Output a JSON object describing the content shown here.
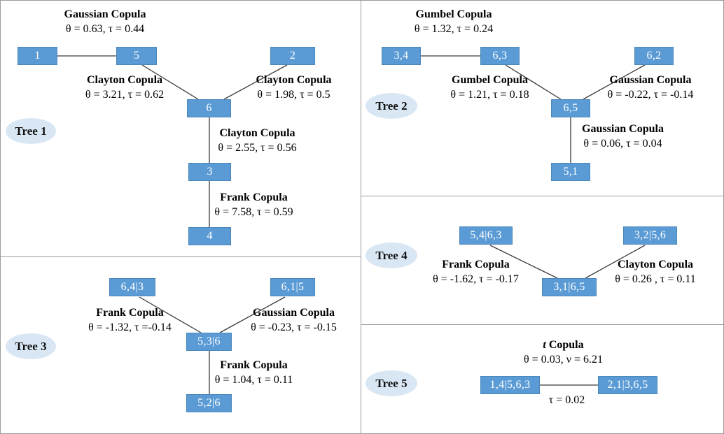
{
  "colors": {
    "node_fill": "#5b9bd5",
    "node_text": "#ffffff",
    "node_border": "#4a86ba",
    "badge_fill": "#d9e7f5",
    "line_color": "#3a3a3a",
    "panel_border": "#9a9a9a"
  },
  "panels": {
    "tree1": {
      "label": "Tree 1",
      "nodes": {
        "n1": "1",
        "n5": "5",
        "n2": "2",
        "n6": "6",
        "n3": "3",
        "n4": "4"
      },
      "edges": {
        "e_1_5": {
          "copula": "Gaussian Copula",
          "params": "θ = 0.63, τ = 0.44"
        },
        "e_5_6": {
          "copula": "Clayton Copula",
          "params": "θ = 3.21, τ = 0.62"
        },
        "e_2_6": {
          "copula": "Clayton Copula",
          "params": "θ = 1.98, τ = 0.5"
        },
        "e_6_3": {
          "copula": "Clayton Copula",
          "params": "θ = 2.55, τ = 0.56"
        },
        "e_3_4": {
          "copula": "Frank Copula",
          "params": "θ = 7.58, τ = 0.59"
        }
      }
    },
    "tree2": {
      "label": "Tree 2",
      "nodes": {
        "a": "3,4",
        "b": "6,3",
        "c": "6,2",
        "d": "6,5",
        "e": "5,1"
      },
      "edges": {
        "e_a_b": {
          "copula": "Gumbel Copula",
          "params": "θ = 1.32, τ = 0.24"
        },
        "e_b_d": {
          "copula": "Gumbel Copula",
          "params": "θ = 1.21, τ = 0.18"
        },
        "e_c_d": {
          "copula": "Gaussian Copula",
          "params": "θ = -0.22, τ = -0.14"
        },
        "e_d_e": {
          "copula": "Gaussian Copula",
          "params": "θ = 0.06, τ = 0.04"
        }
      }
    },
    "tree3": {
      "label": "Tree 3",
      "nodes": {
        "a": "6,4|3",
        "b": "6,1|5",
        "c": "5,3|6",
        "d": "5,2|6"
      },
      "edges": {
        "e_a_c": {
          "copula": "Frank Copula",
          "params": "θ = -1.32, τ =-0.14"
        },
        "e_b_c": {
          "copula": "Gaussian Copula",
          "params": "θ = -0.23, τ = -0.15"
        },
        "e_c_d": {
          "copula": "Frank Copula",
          "params": "θ = 1.04, τ = 0.11"
        }
      }
    },
    "tree4": {
      "label": "Tree 4",
      "nodes": {
        "a": "5,4|6,3",
        "b": "3,2|5,6",
        "c": "3,1|6,5"
      },
      "edges": {
        "e_a_c": {
          "copula": "Frank Copula",
          "params": "θ = -1.62, τ = -0.17"
        },
        "e_b_c": {
          "copula": "Clayton Copula",
          "params": "θ = 0.26 , τ = 0.11"
        }
      }
    },
    "tree5": {
      "label": "Tree 5",
      "nodes": {
        "a": "1,4|5,6,3",
        "b": "2,1|3,6,5"
      },
      "edges": {
        "e_a_b": {
          "copula": "t Copula",
          "params": "θ = 0.03, ν = 6.21",
          "params2": "τ = 0.02"
        }
      }
    }
  }
}
